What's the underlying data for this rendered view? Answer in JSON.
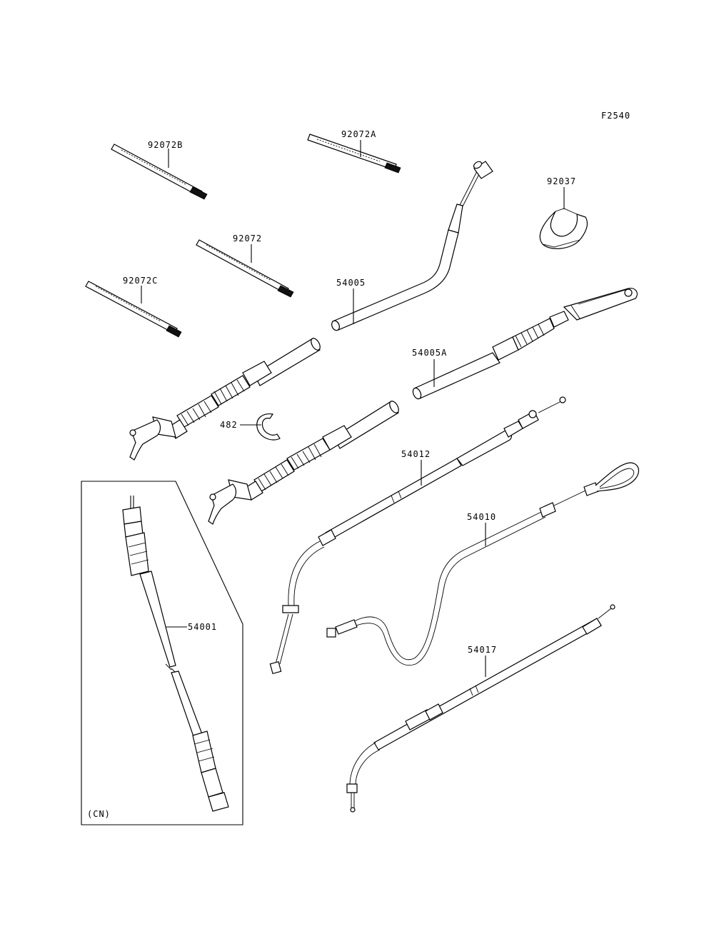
{
  "figure_code": "F2540",
  "region_note": "(CN)",
  "labels": {
    "tie_b": "92072B",
    "tie_a": "92072A",
    "tie": "92072",
    "tie_c": "92072C",
    "clamp": "92037",
    "cable_54005": "54005",
    "cable_54005a": "54005A",
    "circlip": "482",
    "cable_54012": "54012",
    "cable_54010": "54010",
    "cable_54001": "54001",
    "cable_54017": "54017"
  }
}
